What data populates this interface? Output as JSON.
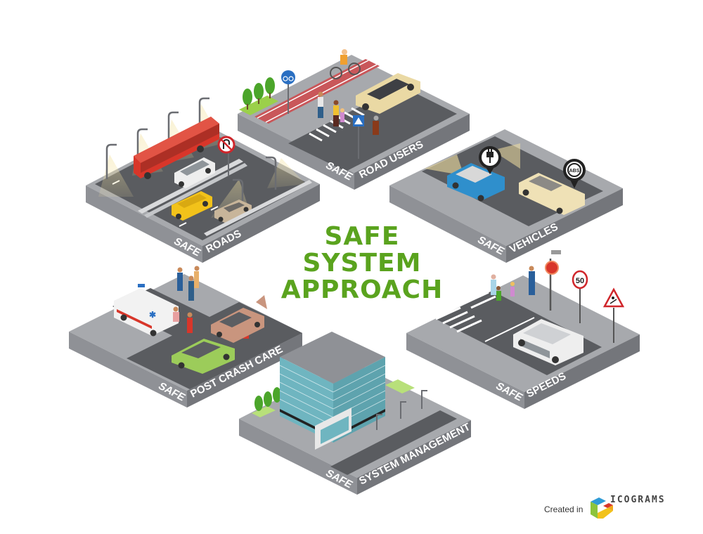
{
  "title": {
    "lines": [
      "SAFE",
      "SYSTEM",
      "APPROACH"
    ],
    "color": "#5aa31e"
  },
  "tiles": [
    {
      "id": "roads",
      "prefix": "SAFE",
      "label": "ROADS",
      "elements": [
        "street-lamps",
        "red-bus",
        "white-van",
        "yellow-van",
        "beige-sedan",
        "guardrails",
        "no-u-turn-sign"
      ]
    },
    {
      "id": "road-users",
      "prefix": "SAFE",
      "label": "ROAD USERS",
      "elements": [
        "cyclist",
        "bike-lane",
        "bicycle-sign",
        "trees",
        "pedestrians",
        "crosswalk",
        "pedestrian-crossing-sign",
        "beige-car"
      ]
    },
    {
      "id": "vehicles",
      "prefix": "SAFE",
      "label": "VEHICLES",
      "elements": [
        "blue-hatchback",
        "cream-sedan",
        "electric-plug-pin",
        "abs-pin",
        "headlight-beams"
      ]
    },
    {
      "id": "post-crash-care",
      "prefix": "SAFE",
      "label": "POST CRASH CARE",
      "elements": [
        "ambulance",
        "paramedics",
        "police-officer",
        "green-car",
        "brown-car"
      ]
    },
    {
      "id": "speeds",
      "prefix": "SAFE",
      "label": "SPEEDS",
      "elements": [
        "speed-camera",
        "traffic-light",
        "speed-limit-sign",
        "children-crossing-sign",
        "police-officer",
        "pedestrians",
        "white-minivan",
        "crosswalk"
      ]
    },
    {
      "id": "system-management",
      "prefix": "SAFE",
      "label": "SYSTEM MANAGEMENT",
      "elements": [
        "office-building",
        "trees",
        "street-lamps",
        "lawn"
      ]
    }
  ],
  "signs": {
    "speed_limit": "50",
    "abs": "ABS"
  },
  "footer": {
    "created_in": "Created in",
    "brand": "ICOGRAMS"
  },
  "colors": {
    "tile_top": "#a7a9ad",
    "tile_left": "#8a8c91",
    "tile_right": "#76787d",
    "asphalt": "#5d5f63",
    "lane_mark": "#ffffff",
    "green": "#5aa31e",
    "bike_lane": "#c9575a",
    "bus_red": "#d8362a",
    "yellow_van": "#f2c21a",
    "blue_car": "#2f8fcc",
    "cream_car": "#efe1b6",
    "glass": "#7fc4cc"
  }
}
